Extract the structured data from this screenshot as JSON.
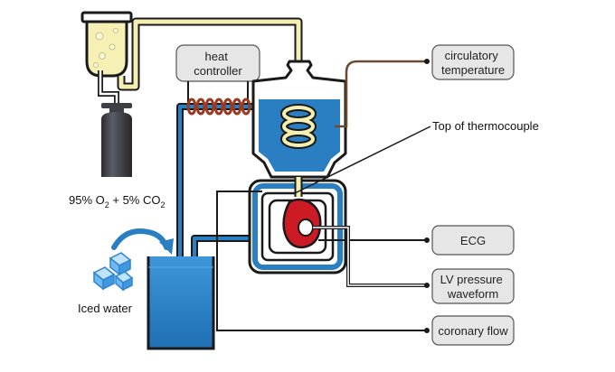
{
  "boxes": {
    "heat_controller": [
      "heat",
      "controller"
    ],
    "circulatory_temperature": [
      "circulatory",
      "temperature"
    ],
    "ecg": [
      "ECG"
    ],
    "lv_pressure": [
      "LV pressure",
      "waveform"
    ],
    "coronary_flow": [
      "coronary flow"
    ]
  },
  "labels": {
    "gas_prefix": "95% O",
    "gas_sub1": "2",
    "gas_mid": " + 5% CO",
    "gas_sub2": "2",
    "iced_water": "Iced water",
    "top_thermocouple": "Top of thermocouple"
  },
  "colors": {
    "blue": "#2a7fc2",
    "dark_blue": "#0f4f86",
    "yellow": "#f4efb0",
    "brown_coil": "#9a3a22",
    "heart_red": "#cc1b25",
    "box_fill": "#e6e6e6",
    "cylinder": "#3c3f44"
  }
}
